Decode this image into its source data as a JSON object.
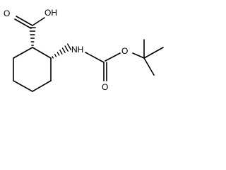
{
  "atom_labels": {
    "carboxyl_hydroxyl": "OH",
    "carboxyl_carbonyl_oxygen": "O",
    "amine_nitrogen": "NH",
    "carbamate_ester_oxygen": "O",
    "carbamate_carbonyl_oxygen": "O"
  }
}
